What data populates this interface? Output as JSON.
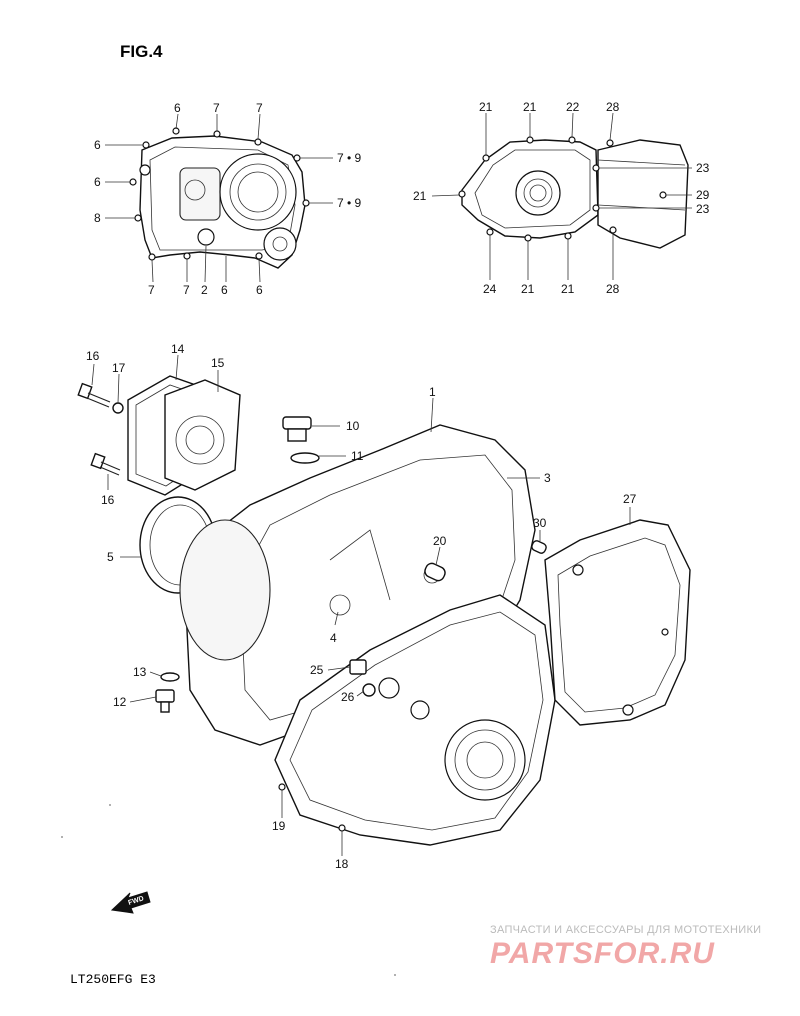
{
  "figure": {
    "title": "FIG.4"
  },
  "model_code": "LT250EFG  E3",
  "watermark": {
    "tagline": "ЗАПЧАСТИ И АКСЕССУАРЫ ДЛЯ МОТОТЕХНИКИ",
    "brand": "PARTSFOR.RU"
  },
  "fwd_arrow": {
    "text": "FWD"
  },
  "callouts_left_cover": [
    "6",
    "7",
    "7",
    "6",
    "6",
    "8",
    "7",
    "7",
    "2",
    "6",
    "6",
    "7 • 9",
    "7 • 9"
  ],
  "callouts_right_cover": [
    "21",
    "21",
    "22",
    "28",
    "21",
    "23",
    "29",
    "23",
    "24",
    "21",
    "21",
    "28"
  ],
  "callouts_main": [
    "16",
    "17",
    "14",
    "15",
    "16",
    "1",
    "10",
    "11",
    "3",
    "27",
    "5",
    "30",
    "20",
    "4",
    "25",
    "26",
    "13",
    "12",
    "19",
    "18"
  ]
}
